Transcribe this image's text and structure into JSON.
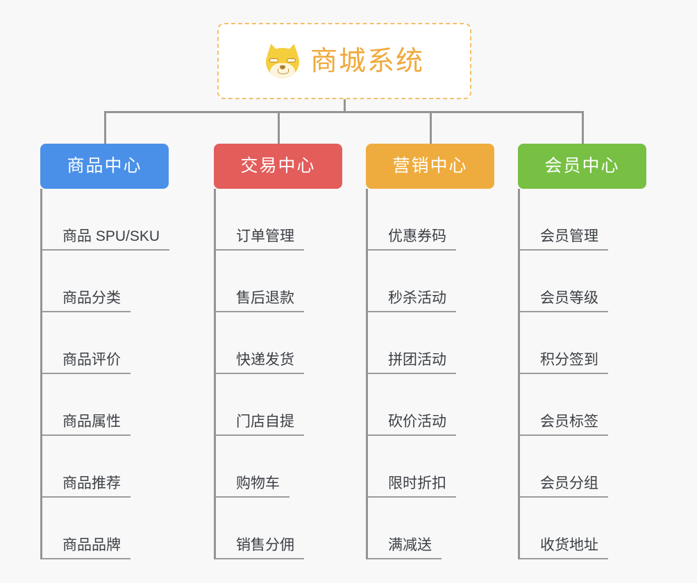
{
  "page": {
    "background_color": "#f8f8f8",
    "connector_color": "#949494"
  },
  "root": {
    "title": "商城系统",
    "icon": "shiba-dog-face",
    "text_color": "#F0A93B",
    "border_color": "#F2C06A"
  },
  "columns": [
    {
      "title": "商品中心",
      "color": "#4A90E8",
      "items": [
        "商品 SPU/SKU",
        "商品分类",
        "商品评价",
        "商品属性",
        "商品推荐",
        "商品品牌"
      ]
    },
    {
      "title": "交易中心",
      "color": "#E35D5B",
      "items": [
        "订单管理",
        "售后退款",
        "快递发货",
        "门店自提",
        "购物车",
        "销售分佣"
      ]
    },
    {
      "title": "营销中心",
      "color": "#EFAC3E",
      "items": [
        "优惠券码",
        "秒杀活动",
        "拼团活动",
        "砍价活动",
        "限时折扣",
        "满减送"
      ]
    },
    {
      "title": "会员中心",
      "color": "#77C044",
      "items": [
        "会员管理",
        "会员等级",
        "积分签到",
        "会员标签",
        "会员分组",
        "收货地址"
      ]
    }
  ]
}
